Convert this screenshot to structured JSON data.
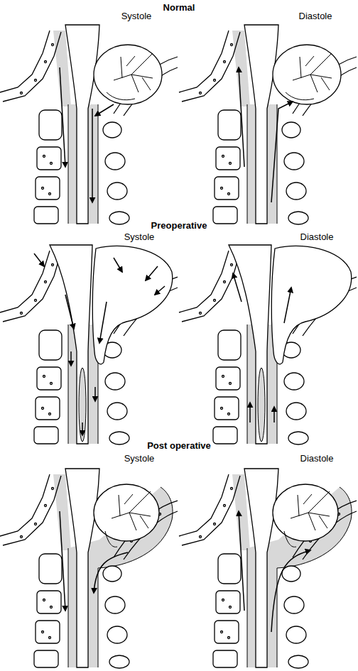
{
  "diagram": {
    "labels": [
      "Normal",
      "Systole",
      "Diastole",
      "Preoperative",
      "Systole",
      "Diastole",
      "Post operative",
      "Systole",
      "Diastole"
    ]
  }
}
